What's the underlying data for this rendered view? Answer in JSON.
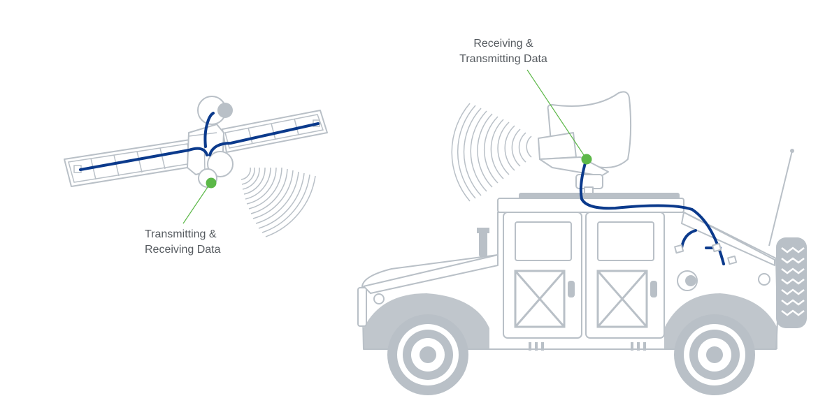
{
  "satellite": {
    "label_line1": "Transmitting &",
    "label_line2": "Receiving Data"
  },
  "vehicle": {
    "label_line1": "Receiving &",
    "label_line2": "Transmitting Data"
  },
  "colors": {
    "outline": "#b9c0c7",
    "cable": "#0b3a8c",
    "marker": "#5cb848",
    "text": "#555a5f"
  }
}
